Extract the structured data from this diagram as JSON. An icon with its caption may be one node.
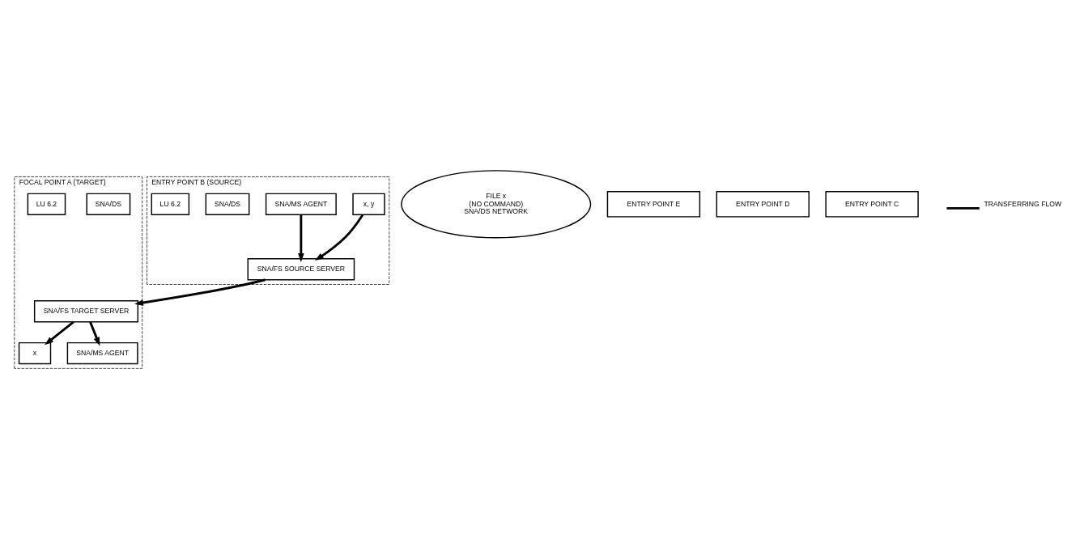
{
  "diagram": {
    "nodes": [
      {
        "text": [
          "FOCAL POINT A (TARGET)"
        ]
      },
      {
        "text": [
          "x"
        ],
        "in": 0
      },
      {
        "text": [
          "SNA/MS AGENT"
        ],
        "in": 0
      },
      {
        "text": [
          "SNA/FS TARGET SERVER"
        ],
        "in": 0
      },
      {
        "text": [
          "SNA/DS"
        ],
        "in": 0
      },
      {
        "text": [
          "LU 6.2"
        ],
        "in": 0
      },
      {
        "text": [
          "ENTRY POINT B (SOURCE)"
        ]
      },
      {
        "text": [
          "x, y"
        ],
        "in": 6
      },
      {
        "text": [
          "SNA/MS AGENT"
        ],
        "in": 6
      },
      {
        "text": [
          "SNA/FS SOURCE SERVER"
        ],
        "in": 6
      },
      {
        "text": [
          "SNA/DS"
        ],
        "in": 6
      },
      {
        "text": [
          "LU 6.2"
        ],
        "in": 6
      },
      {
        "text": [
          "FILE x",
          "(NO COMMAND)",
          "SNA/DS NETWORK"
        ]
      },
      {
        "text": [
          "ENTRY POINT E"
        ]
      },
      {
        "text": [
          "ENTRY POINT D"
        ]
      },
      {
        "text": [
          "ENTRY POINT C"
        ]
      }
    ],
    "edges": [
      {
        "from": 3,
        "to": 1,
        "arrow": "to"
      },
      {
        "from": 3,
        "to": 2,
        "arrow": "to"
      },
      {
        "from": 7,
        "to": 9,
        "arrow": "to"
      },
      {
        "from": 8,
        "to": 9,
        "arrow": "to"
      },
      {
        "from": 9,
        "to": 3,
        "arrow": "to"
      }
    ],
    "legend": [
      {
        "text": "TRANSFERRING FLOW"
      }
    ]
  }
}
